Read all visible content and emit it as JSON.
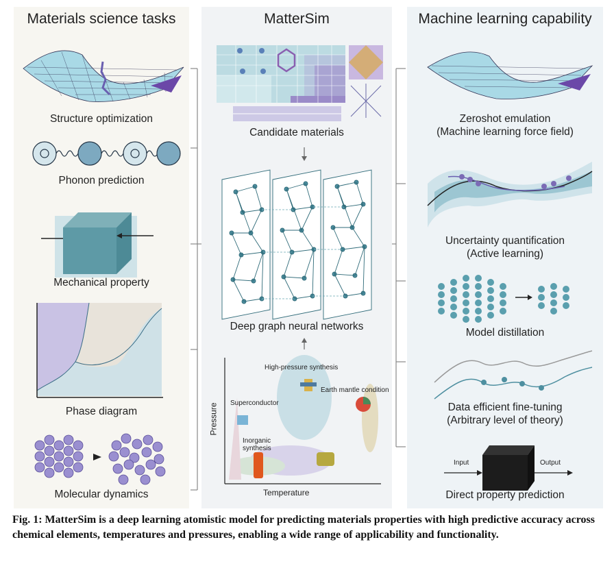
{
  "panels": {
    "left": {
      "title": "Materials science tasks",
      "items": [
        "Structure optimization",
        "Phonon prediction",
        "Mechanical property",
        "Phase diagram",
        "Molecular dynamics"
      ]
    },
    "middle": {
      "title": "MatterSim",
      "candidate_label": "Candidate materials",
      "gnn_label": "Deep graph neural networks",
      "phase_space": {
        "xlabel": "Temperature",
        "ylabel": "Pressure",
        "regions": [
          "High-pressure synthesis",
          "Earth mantle condition",
          "Superconductor",
          "Inorganic synthesis"
        ]
      }
    },
    "right": {
      "title": "Machine learning capability",
      "items": [
        {
          "line1": "Zeroshot emulation",
          "line2": "(Machine learning force field)"
        },
        {
          "line1": "Uncertainty quantification",
          "line2": "(Active learning)"
        },
        {
          "line1": "Model distillation",
          "line2": ""
        },
        {
          "line1": "Data efficient fine-tuning",
          "line2": "(Arbitrary level of theory)"
        },
        {
          "line1": "Direct property prediction",
          "line2": ""
        }
      ],
      "io": {
        "input": "Input",
        "output": "Output"
      }
    }
  },
  "caption": {
    "prefix": "Fig. 1",
    "text": ": MatterSim is a deep learning atomistic model for predicting materials properties with high predictive accuracy across chemical elements, temperatures and pressures, enabling a wide range of applicability and functionality."
  },
  "colors": {
    "teal": "#4e8fa0",
    "purple": "#7b6bb5",
    "lavender": "#c9c2e4",
    "light_blue": "#d5e6ec"
  }
}
